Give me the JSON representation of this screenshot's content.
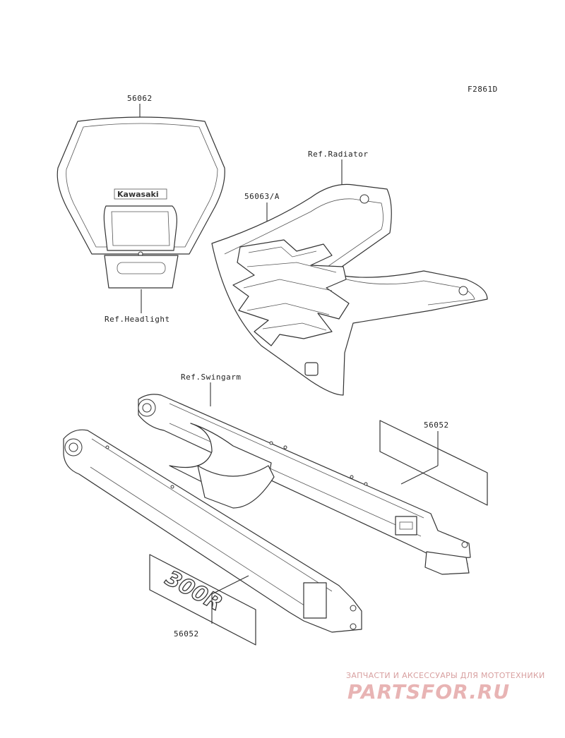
{
  "figure_code": "F2861D",
  "parts": {
    "headlight_decal_no": "56062",
    "headlight_ref": "Ref.Headlight",
    "headlight_logo": "Kawasaki",
    "radiator_ref": "Ref.Radiator",
    "radiator_decal_no": "56063/A",
    "swingarm_ref": "Ref.Swingarm",
    "swingarm_decal_right_no": "56052",
    "swingarm_decal_left_no": "56052",
    "model_emblem": "300R"
  },
  "watermark": {
    "tagline": "ЗАПЧАСТИ И АКСЕССУАРЫ ДЛЯ МОТОТЕХНИКИ",
    "logo": "PARTSFOR.RU",
    "color": "#e8b4b4"
  }
}
